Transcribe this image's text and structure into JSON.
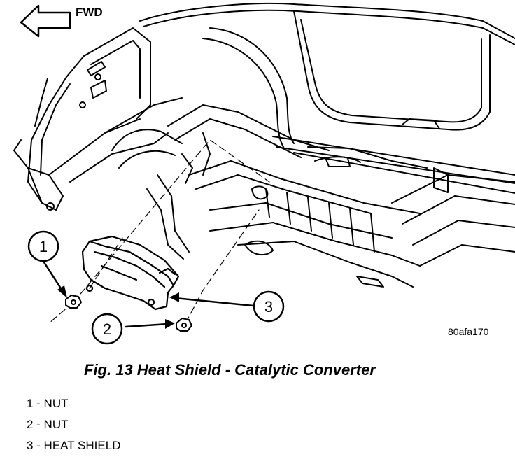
{
  "header": {
    "direction_label": "FWD"
  },
  "figure": {
    "code": "80afa170",
    "callouts": [
      {
        "number": "1"
      },
      {
        "number": "2"
      },
      {
        "number": "3"
      }
    ]
  },
  "caption": "Fig. 13 Heat Shield - Catalytic Converter",
  "legend": [
    {
      "text": "1 - NUT"
    },
    {
      "text": "2 - NUT"
    },
    {
      "text": "3 - HEAT SHIELD"
    }
  ],
  "colors": {
    "ink": "#000000",
    "paper": "#ffffff"
  }
}
